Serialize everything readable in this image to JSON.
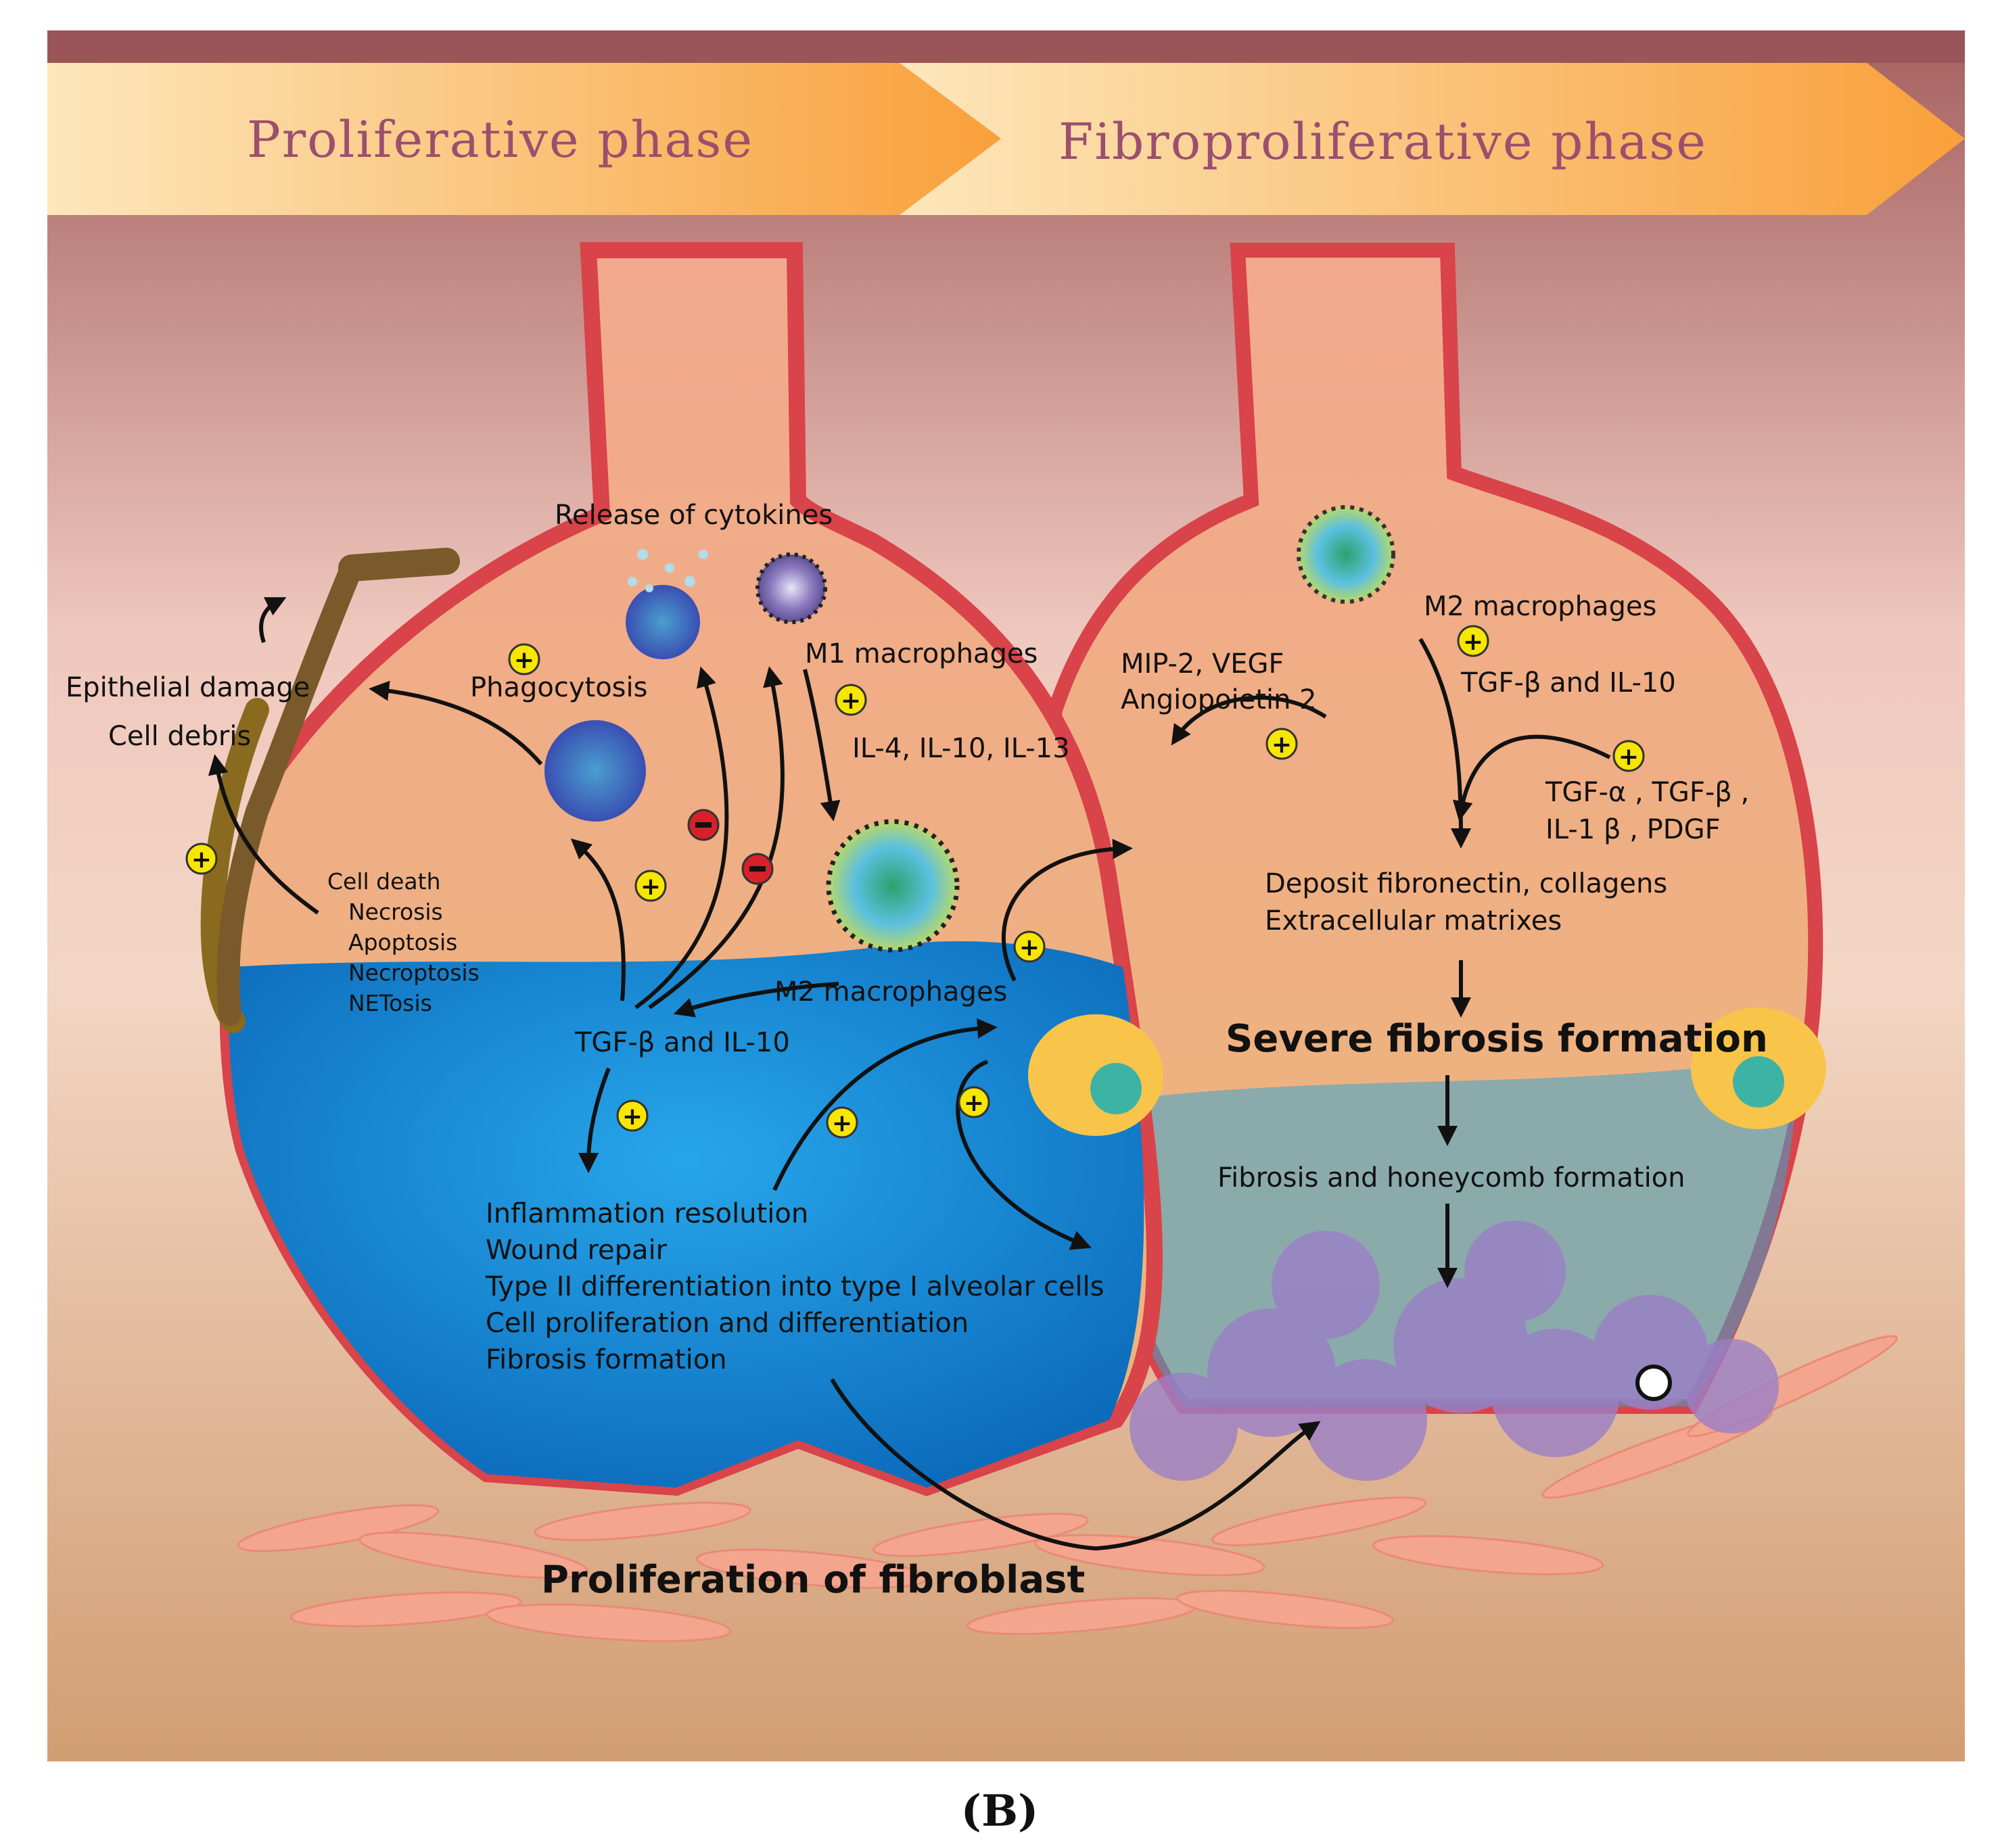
{
  "header": {
    "phase_left": "Proliferative phase",
    "phase_right": "Fibroproliferative phase"
  },
  "left_panel": {
    "release_cytokines": "Release of cytokines",
    "phagocytosis": "Phagocytosis",
    "epithelial_damage": "Epithelial damage",
    "cell_debris": "Cell debris",
    "m1_macrophages": "M1 macrophages",
    "il_list": "IL-4, IL-10, IL-13",
    "cell_death": [
      "Cell death",
      "Necrosis",
      "Apoptosis",
      "Necroptosis",
      "NETosis"
    ],
    "m2_macrophages": "M2 macrophages",
    "tgf_il10": "TGF-β and IL-10",
    "outcomes": [
      "Inflammation resolution",
      "Wound repair",
      "Type II differentiation into type I alveolar cells",
      "Cell proliferation and differentiation",
      "Fibrosis formation"
    ]
  },
  "right_panel": {
    "m2_macrophages": "M2 macrophages",
    "tgf_il10": "TGF-β and IL-10",
    "mip_vegf": "MIP-2, VEGF",
    "angiopoietin": "Angiopoietin 2",
    "tgf_alpha_line1": "TGF-α , TGF-β ,",
    "tgf_alpha_line2": "IL-1 β , PDGF",
    "deposit_line1": "Deposit fibronectin, collagens",
    "deposit_line2": "Extracellular matrixes",
    "severe_fibrosis": "Severe fibrosis formation",
    "honeycomb": "Fibrosis and honeycomb formation"
  },
  "bottom": {
    "fibroblast": "Proliferation of fibroblast",
    "caption": "(B)"
  },
  "colors": {
    "header_band": "#9a5558",
    "phase_text": "#9b4f6d",
    "alveolus_wall": "#d9434a",
    "fluid_blue": "#1e8fd6",
    "plus_marker": "#f6e600",
    "minus_marker": "#d8202a"
  }
}
